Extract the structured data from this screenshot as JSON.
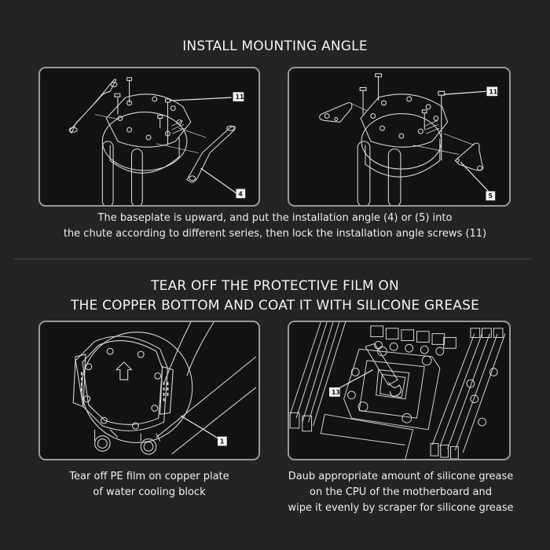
{
  "sections": [
    {
      "title": "INSTALL MOUNTING ANGLE",
      "panels": [
        {
          "name": "mounting-angle-4-diagram",
          "callouts": [
            "11",
            "4"
          ]
        },
        {
          "name": "mounting-angle-5-diagram",
          "callouts": [
            "11",
            "5"
          ]
        }
      ],
      "caption_lines": [
        "The baseplate is upward, and put the installation angle (4) or (5) into",
        "the chute according to different series, then lock the installation angle screws (11)"
      ]
    },
    {
      "title_lines": [
        "TEAR OFF THE PROTECTIVE FILM ON",
        "THE COPPER BOTTOM AND COAT IT WITH SILICONE GREASE"
      ],
      "panels": [
        {
          "name": "pe-film-diagram",
          "callouts": [
            "1"
          ],
          "caption_lines": [
            "Tear off PE film on copper plate",
            "of water cooling block"
          ]
        },
        {
          "name": "silicone-grease-diagram",
          "callouts": [
            "13"
          ],
          "caption_lines": [
            "Daub appropriate amount of silicone grease",
            "on the CPU of the motherboard and",
            "wipe it evenly by scraper for silicone grease"
          ]
        }
      ]
    }
  ],
  "colors": {
    "background": "#232323",
    "panel": "#121212",
    "panel_border": "#9a9a9a",
    "line_art": "#d8d8d8"
  }
}
